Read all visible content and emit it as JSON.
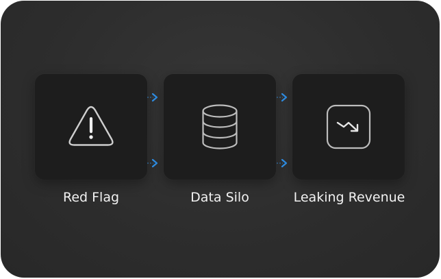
{
  "diagram": {
    "nodes": [
      {
        "id": "red-flag",
        "label": "Red Flag",
        "icon": "warning-triangle-icon"
      },
      {
        "id": "data-silo",
        "label": "Data Silo",
        "icon": "database-icon"
      },
      {
        "id": "leaking-revenue",
        "label": "Leaking Revenue",
        "icon": "trend-down-icon"
      }
    ],
    "connectors": [
      {
        "from": "red-flag",
        "to": "data-silo",
        "count": 2
      },
      {
        "from": "data-silo",
        "to": "leaking-revenue",
        "count": 2
      }
    ],
    "colors": {
      "background": "#2e2e2e",
      "box": "#1d1d1d",
      "icon_stroke": "#cfcfcf",
      "arrow": "#2f8fe6",
      "label": "#f2f2f2"
    }
  }
}
